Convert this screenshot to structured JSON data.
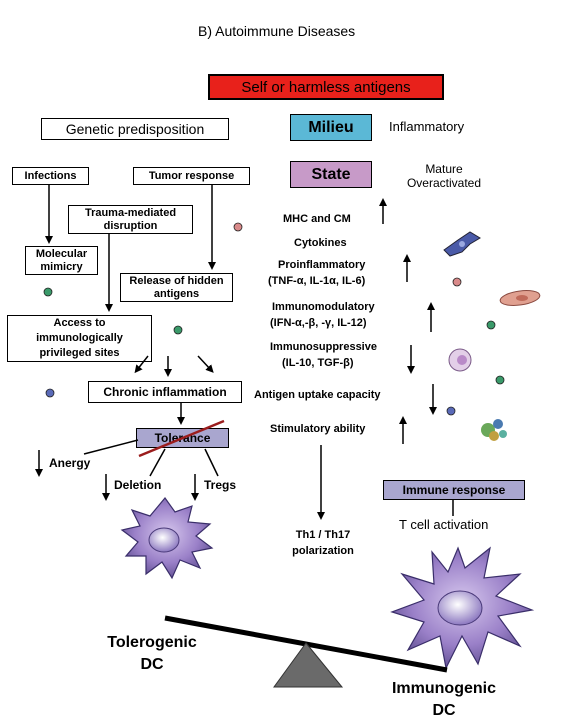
{
  "title": "B) Autoimmune Diseases",
  "banner": "Self or harmless antigens",
  "left": {
    "genetic": "Genetic predisposition",
    "infections": "Infections",
    "tumor_response": "Tumor response",
    "trauma": "Trauma-mediated disruption",
    "molecular_mimicry": "Molecular mimicry",
    "release_hidden": "Release of hidden antigens",
    "access": "Access to immunologically privileged sites",
    "chronic": "Chronic inflammation",
    "tolerance": "Tolerance",
    "anergy": "Anergy",
    "deletion": "Deletion",
    "tregs": "Tregs"
  },
  "right": {
    "milieu": "Milieu",
    "milieu_value": "Inflammatory",
    "state": "State",
    "state_value": "Mature Overactivated",
    "mhc": "MHC and CM",
    "cytokines": "Cytokines",
    "proinflammatory": "Proinflammatory",
    "proinflammatory_list": "(TNF-α, IL-1α, IL-6)",
    "immunomodulatory": "Immunomodulatory",
    "immunomodulatory_list": "(IFN-α,-β, -γ, IL-12)",
    "immunosuppressive": "Immunosuppressive",
    "immunosuppressive_list": "(IL-10, TGF-β)",
    "antigen_uptake": "Antigen uptake capacity",
    "stimulatory": "Stimulatory ability",
    "th_polarization": "Th1 / Th17 polarization",
    "immune_response": "Immune response",
    "t_cell": "T cell activation"
  },
  "bottom": {
    "tolerogenic": "Tolerogenic DC",
    "immunogenic": "Immunogenic DC"
  },
  "colors": {
    "banner": "#e8211b",
    "milieu": "#5bb8d6",
    "state": "#c79ac8",
    "tolerance": "#a9a6cf",
    "immune_response": "#a9a6cf",
    "dc_cell": "#9a80c8",
    "fulcrum": "#6a6a6a"
  },
  "icons": [
    "dc-cell-icon",
    "fibroblast-icon",
    "plasma-cell-icon",
    "neutrophil-icon",
    "pathogen-icon",
    "strike-through-icon"
  ]
}
